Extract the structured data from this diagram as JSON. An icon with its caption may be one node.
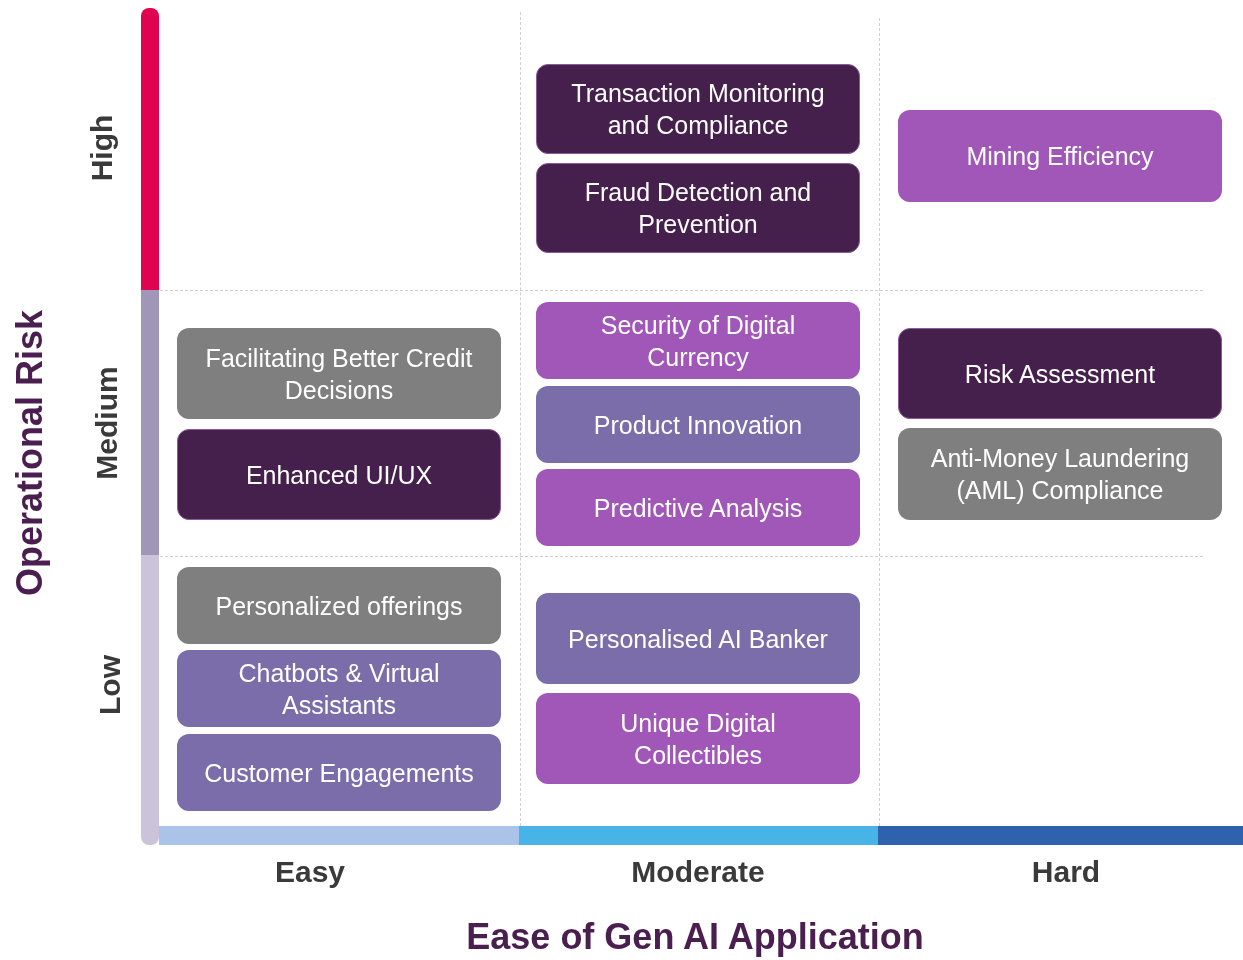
{
  "diagram": {
    "nodes": [
      {
        "text": [
          "Transaction Monitoring and Compliance"
        ]
      },
      {
        "text": [
          "Fraud Detection and Prevention"
        ]
      },
      {
        "text": [
          "Mining Efficiency"
        ]
      },
      {
        "text": [
          "Facilitating Better Credit Decisions"
        ]
      },
      {
        "text": [
          "Enhanced UI/UX"
        ]
      },
      {
        "text": [
          "Security of Digital Currency"
        ]
      },
      {
        "text": [
          "Product Innovation"
        ]
      },
      {
        "text": [
          "Predictive Analysis"
        ]
      },
      {
        "text": [
          "Risk Assessment"
        ]
      },
      {
        "text": [
          "Anti-Money Laundering (AML) Compliance"
        ]
      },
      {
        "text": [
          "Personalized offerings"
        ]
      },
      {
        "text": [
          "Chatbots & Virtual Assistants"
        ]
      },
      {
        "text": [
          "Customer Engagements"
        ]
      },
      {
        "text": [
          "Personalised AI Banker"
        ]
      },
      {
        "text": [
          "Unique Digital Collectibles"
        ]
      }
    ],
    "labels": [
      "Operational Risk",
      "High",
      "Medium",
      "Low",
      "Easy",
      "Moderate",
      "Hard",
      "Ease of Gen AI Application"
    ]
  }
}
